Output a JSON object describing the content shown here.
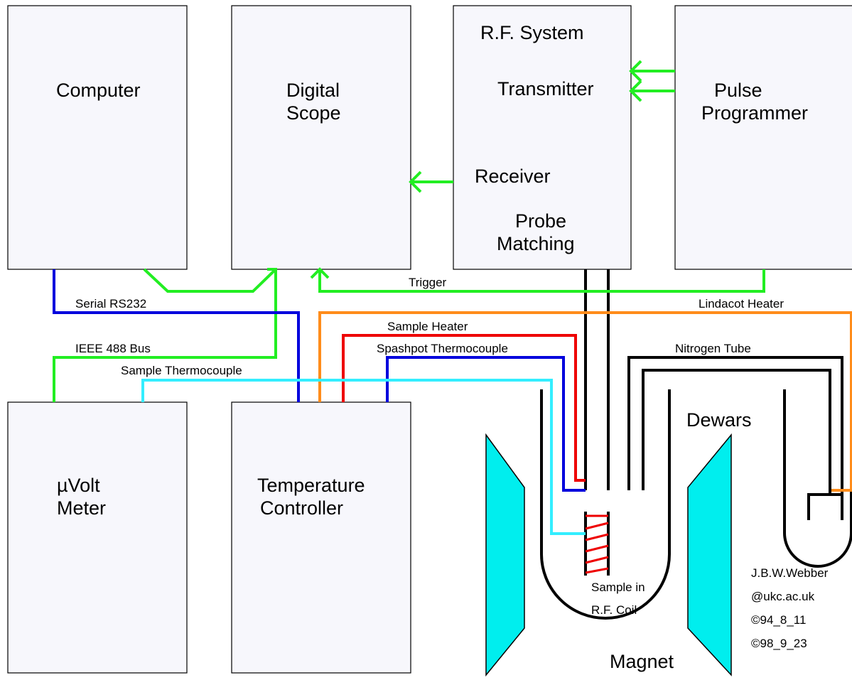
{
  "boxes": {
    "computer": "Computer",
    "digital_scope": [
      "Digital",
      "Scope"
    ],
    "rf_system": {
      "title": "R.F. System",
      "transmitter": "Transmitter",
      "receiver": "Receiver",
      "probe_matching": [
        "Probe",
        "Matching"
      ]
    },
    "pulse_programmer": [
      "Pulse",
      "Programmer"
    ],
    "uvolt_meter": [
      "µVolt",
      "Meter"
    ],
    "temperature_controller": [
      "Temperature",
      "Controller"
    ]
  },
  "connections": {
    "trigger": "Trigger",
    "serial": "Serial RS232",
    "ieee": "IEEE 488 Bus",
    "sample_thermocouple": "Sample Thermocouple",
    "sample_heater": "Sample Heater",
    "splashpot_thermocouple": "Spashpot Thermocouple",
    "lindacot_heater": "Lindacot Heater",
    "nitrogen_tube": "Nitrogen Tube"
  },
  "apparatus": {
    "dewars": "Dewars",
    "sample": [
      "Sample in",
      "R.F. Coil"
    ],
    "magnet": "Magnet"
  },
  "credits": [
    "J.B.W.Webber",
    "@ukc.ac.uk",
    "©94_8_11",
    "©98_9_23"
  ],
  "colors": {
    "green": "#22ee22",
    "blue": "#0000dd",
    "red": "#ee0000",
    "cyan": "#33eeff",
    "orange": "#ff8c1a",
    "magnet": "#00eeee"
  }
}
